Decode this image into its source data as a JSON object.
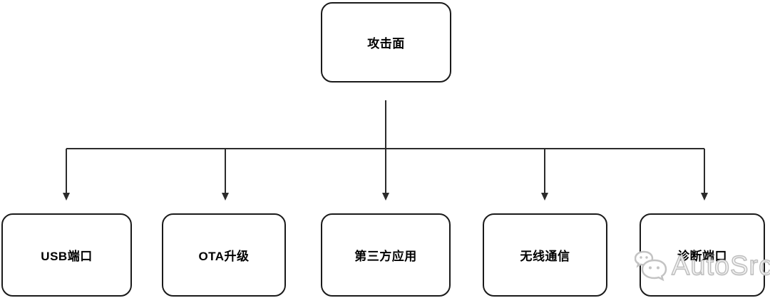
{
  "diagram": {
    "type": "tree",
    "root": {
      "label": "攻击面"
    },
    "children": [
      {
        "label": "USB端口"
      },
      {
        "label": "OTA升级"
      },
      {
        "label": "第三方应用"
      },
      {
        "label": "无线通信"
      },
      {
        "label": "诊断端口"
      }
    ],
    "edges": [
      {
        "from": "攻击面",
        "to": "USB端口"
      },
      {
        "from": "攻击面",
        "to": "OTA升级"
      },
      {
        "from": "攻击面",
        "to": "第三方应用"
      },
      {
        "from": "攻击面",
        "to": "无线通信"
      },
      {
        "from": "攻击面",
        "to": "诊断端口"
      }
    ]
  },
  "watermark": {
    "text": "AutoSrc",
    "icon": "wechat-icon"
  },
  "colors": {
    "background": "#ffffff",
    "node_border": "#1a1a1a",
    "node_text": "#000000",
    "connector": "#2b2b2b",
    "watermark_gray": "#bdbdbd"
  }
}
